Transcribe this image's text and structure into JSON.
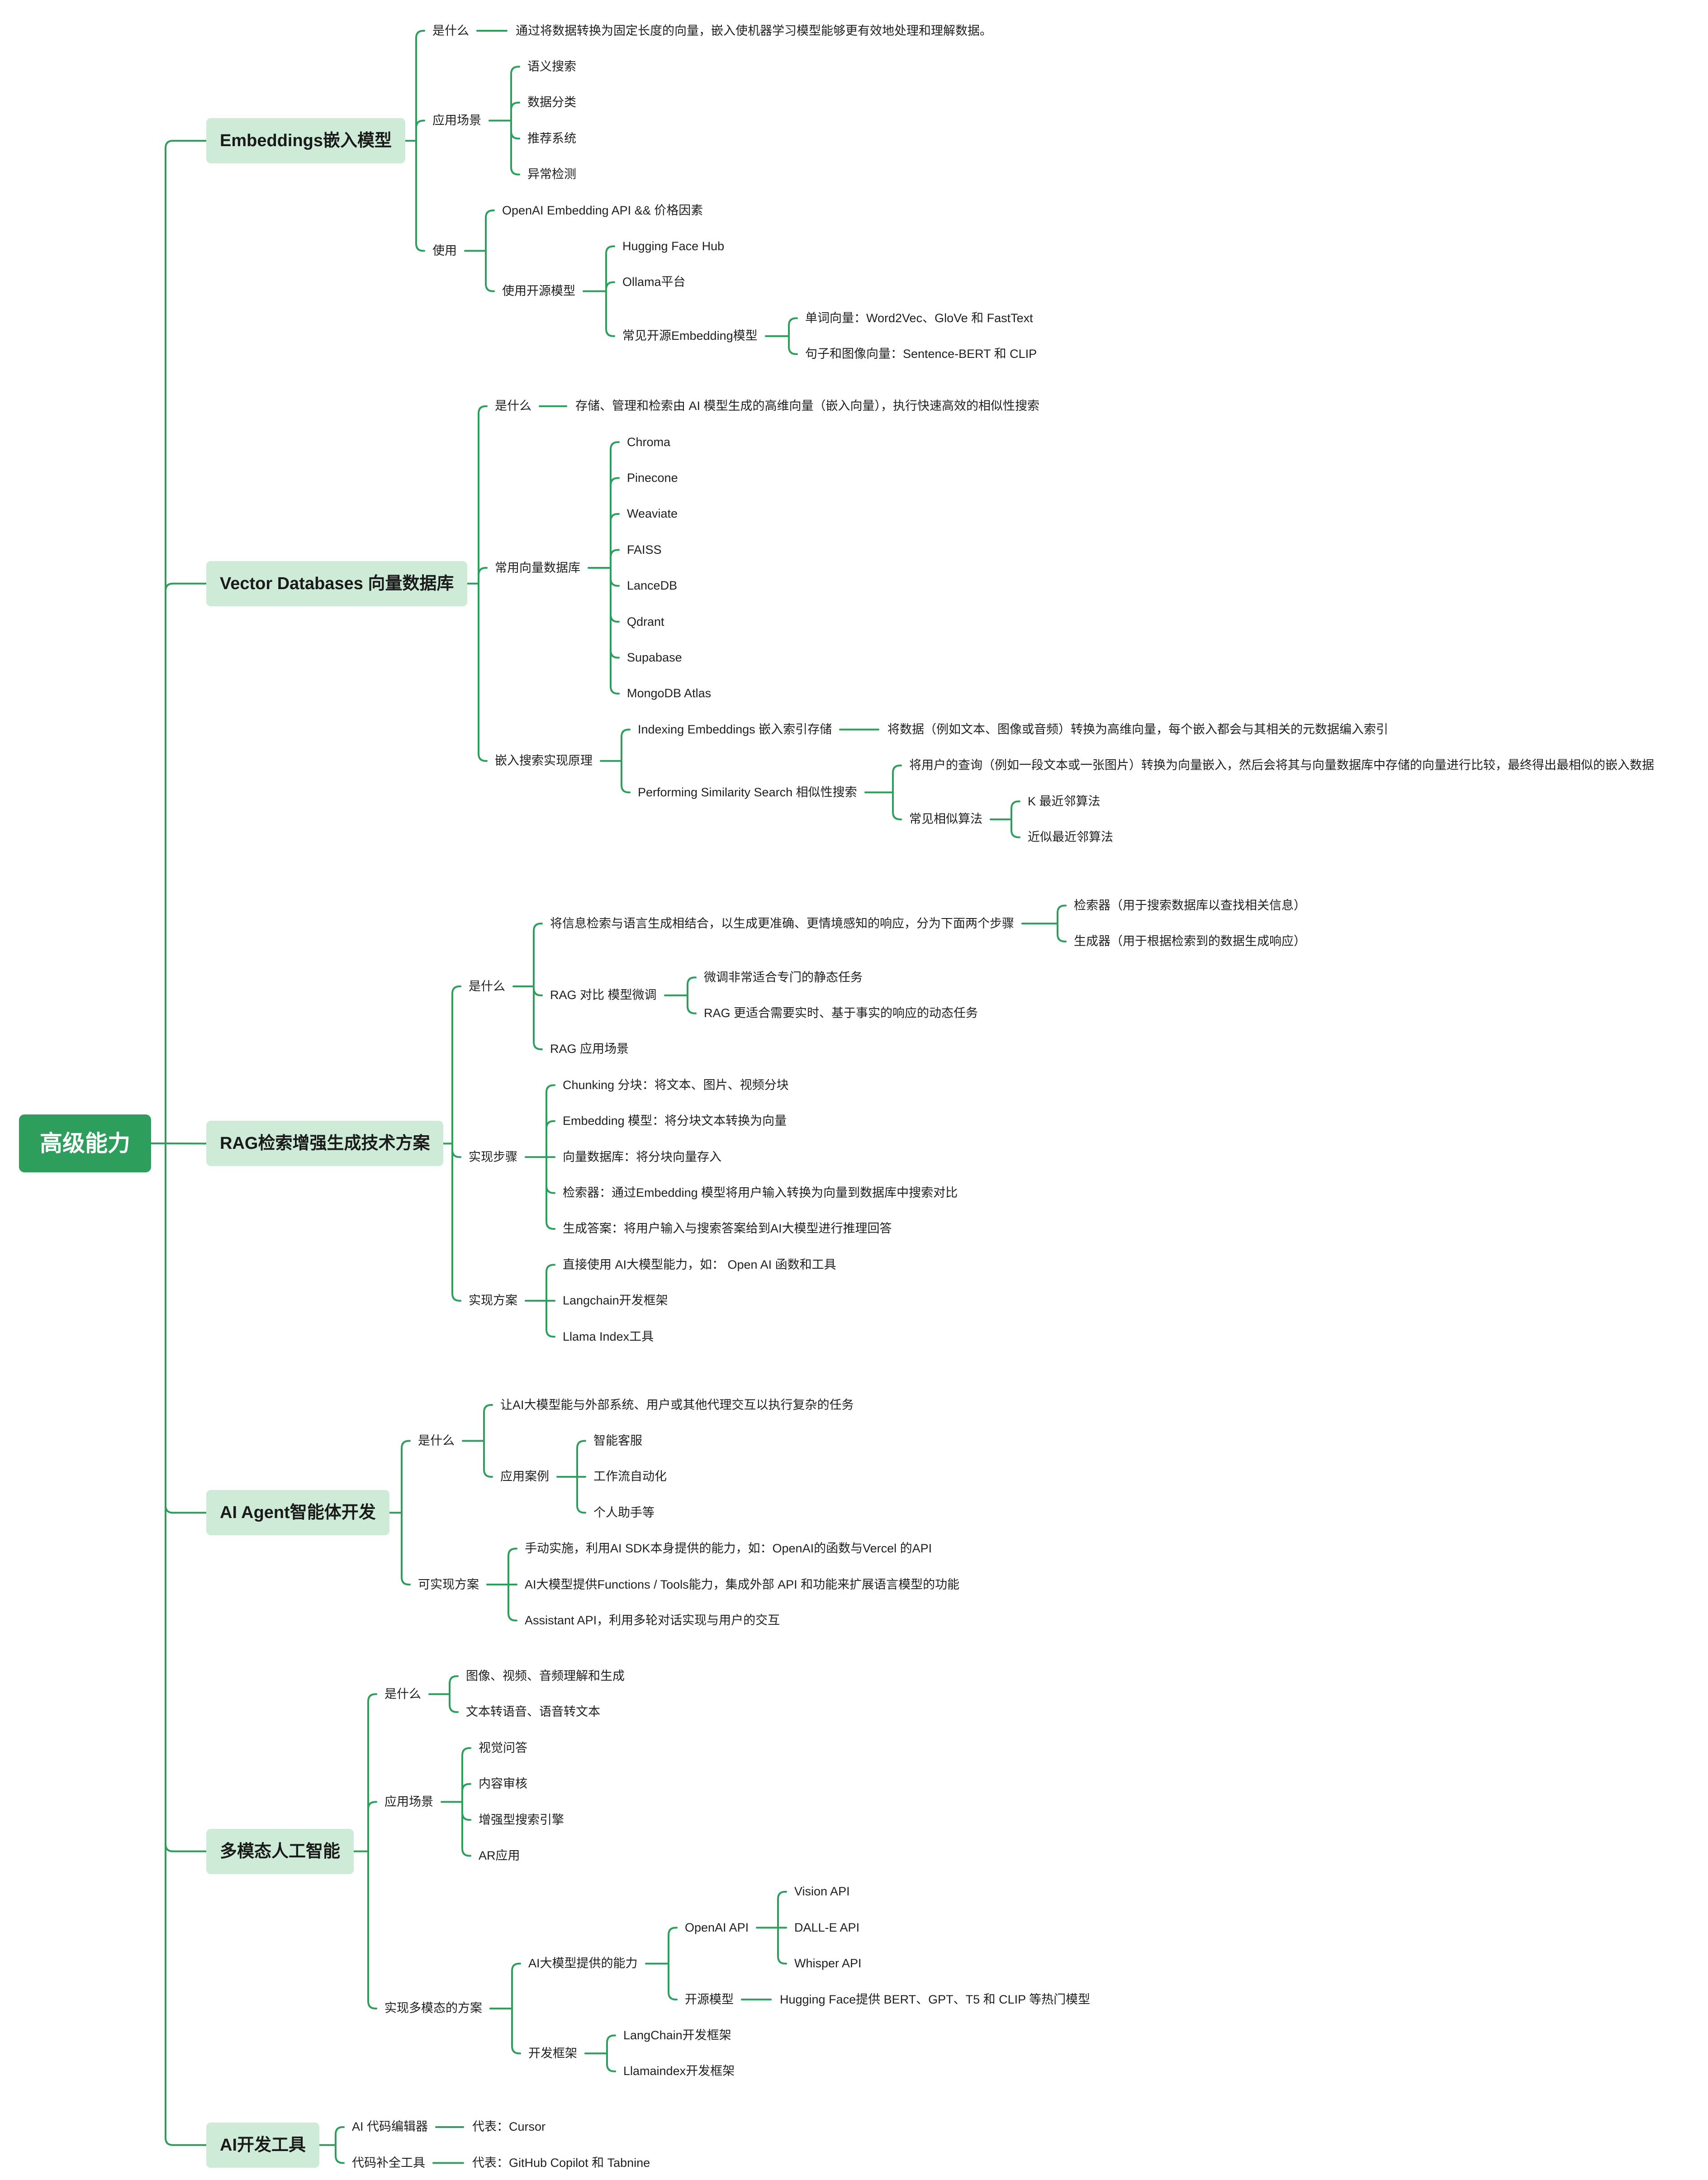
{
  "colors": {
    "line": "#2e9e5d",
    "root_bg": "#2e9e5d",
    "branch_bg": "#cdebd7"
  },
  "mindmap": {
    "label": "高级能力",
    "children": [
      {
        "label": "Embeddings嵌入模型",
        "children": [
          {
            "label": "是什么",
            "children": [
              {
                "label": "通过将数据转换为固定长度的向量，嵌入使机器学习模型能够更有效地处理和理解数据。"
              }
            ]
          },
          {
            "label": "应用场景",
            "children": [
              {
                "label": "语义搜索"
              },
              {
                "label": "数据分类"
              },
              {
                "label": "推荐系统"
              },
              {
                "label": "异常检测"
              }
            ]
          },
          {
            "label": "使用",
            "children": [
              {
                "label": "OpenAI Embedding API && 价格因素"
              },
              {
                "label": "使用开源模型",
                "children": [
                  {
                    "label": "Hugging Face Hub"
                  },
                  {
                    "label": "Ollama平台"
                  },
                  {
                    "label": "常见开源Embedding模型",
                    "children": [
                      {
                        "label": "单词向量：Word2Vec、GloVe 和 FastText"
                      },
                      {
                        "label": "句子和图像向量：Sentence-BERT 和 CLIP"
                      }
                    ]
                  }
                ]
              }
            ]
          }
        ]
      },
      {
        "label": "Vector Databases 向量数据库",
        "children": [
          {
            "label": "是什么",
            "children": [
              {
                "label": "存储、管理和检索由 AI 模型生成的高维向量（嵌入向量），执行快速高效的相似性搜索"
              }
            ]
          },
          {
            "label": "常用向量数据库",
            "children": [
              {
                "label": "Chroma"
              },
              {
                "label": "Pinecone"
              },
              {
                "label": "Weaviate"
              },
              {
                "label": "FAISS"
              },
              {
                "label": "LanceDB"
              },
              {
                "label": "Qdrant"
              },
              {
                "label": "Supabase"
              },
              {
                "label": "MongoDB Atlas"
              }
            ]
          },
          {
            "label": "嵌入搜索实现原理",
            "children": [
              {
                "label": "Indexing Embeddings  嵌入索引存储",
                "children": [
                  {
                    "label": "将数据（例如文本、图像或音频）转换为高维向量，每个嵌入都会与其相关的元数据编入索引"
                  }
                ]
              },
              {
                "label": "Performing Similarity Search 相似性搜索",
                "children": [
                  {
                    "label": "将用户的查询（例如一段文本或一张图片）转换为向量嵌入，然后会将其与向量数据库中存储的向量进行比较，最终得出最相似的嵌入数据"
                  },
                  {
                    "label": "常见相似算法",
                    "children": [
                      {
                        "label": "K 最近邻算法"
                      },
                      {
                        "label": "近似最近邻算法"
                      }
                    ]
                  }
                ]
              }
            ]
          }
        ]
      },
      {
        "label": "RAG检索增强生成技术方案",
        "children": [
          {
            "label": "是什么",
            "children": [
              {
                "label": "将信息检索与语言生成相结合，以生成更准确、更情境感知的响应，分为下面两个步骤",
                "children": [
                  {
                    "label": "检索器（用于搜索数据库以查找相关信息）"
                  },
                  {
                    "label": "生成器（用于根据检索到的数据生成响应）"
                  }
                ]
              },
              {
                "label": "RAG 对比 模型微调",
                "children": [
                  {
                    "label": "微调非常适合专门的静态任务"
                  },
                  {
                    "label": "RAG 更适合需要实时、基于事实的响应的动态任务"
                  }
                ]
              },
              {
                "label": "RAG 应用场景"
              }
            ]
          },
          {
            "label": "实现步骤",
            "children": [
              {
                "label": "Chunking 分块：将文本、图片、视频分块"
              },
              {
                "label": "Embedding 模型：将分块文本转换为向量"
              },
              {
                "label": "向量数据库：将分块向量存入"
              },
              {
                "label": "检索器：通过Embedding 模型将用户输入转换为向量到数据库中搜索对比"
              },
              {
                "label": "生成答案：将用户输入与搜索答案给到AI大模型进行推理回答"
              }
            ]
          },
          {
            "label": "实现方案",
            "children": [
              {
                "label": "直接使用 AI大模型能力，如： Open AI 函数和工具"
              },
              {
                "label": "Langchain开发框架"
              },
              {
                "label": "Llama Index工具"
              }
            ]
          }
        ]
      },
      {
        "label": "AI Agent智能体开发",
        "children": [
          {
            "label": "是什么",
            "children": [
              {
                "label": "让AI大模型能与外部系统、用户或其他代理交互以执行复杂的任务"
              },
              {
                "label": "应用案例",
                "children": [
                  {
                    "label": "智能客服"
                  },
                  {
                    "label": "工作流自动化"
                  },
                  {
                    "label": "个人助手等"
                  }
                ]
              }
            ]
          },
          {
            "label": "可实现方案",
            "children": [
              {
                "label": "手动实施，利用AI SDK本身提供的能力，如：OpenAI的函数与Vercel 的API"
              },
              {
                "label": "AI大模型提供Functions / Tools能力，集成外部 API 和功能来扩展语言模型的功能"
              },
              {
                "label": "Assistant API，利用多轮对话实现与用户的交互"
              }
            ]
          }
        ]
      },
      {
        "label": "多模态人工智能",
        "children": [
          {
            "label": "是什么",
            "children": [
              {
                "label": "图像、视频、音频理解和生成"
              },
              {
                "label": "文本转语音、语音转文本"
              }
            ]
          },
          {
            "label": "应用场景",
            "children": [
              {
                "label": "视觉问答"
              },
              {
                "label": "内容审核"
              },
              {
                "label": "增强型搜索引擎"
              },
              {
                "label": "AR应用"
              }
            ]
          },
          {
            "label": "实现多模态的方案",
            "children": [
              {
                "label": "AI大模型提供的能力",
                "children": [
                  {
                    "label": "OpenAI API",
                    "children": [
                      {
                        "label": "Vision API"
                      },
                      {
                        "label": "DALL-E API"
                      },
                      {
                        "label": "Whisper API"
                      }
                    ]
                  },
                  {
                    "label": "开源模型",
                    "children": [
                      {
                        "label": "Hugging Face提供 BERT、GPT、T5 和 CLIP 等热门模型"
                      }
                    ]
                  }
                ]
              },
              {
                "label": "开发框架",
                "children": [
                  {
                    "label": "LangChain开发框架"
                  },
                  {
                    "label": "Llamaindex开发框架"
                  }
                ]
              }
            ]
          }
        ]
      },
      {
        "label": "AI开发工具",
        "children": [
          {
            "label": "AI 代码编辑器",
            "children": [
              {
                "label": "代表：Cursor"
              }
            ]
          },
          {
            "label": "代码补全工具",
            "children": [
              {
                "label": "代表：GitHub Copilot 和 Tabnine"
              }
            ]
          }
        ]
      }
    ]
  }
}
